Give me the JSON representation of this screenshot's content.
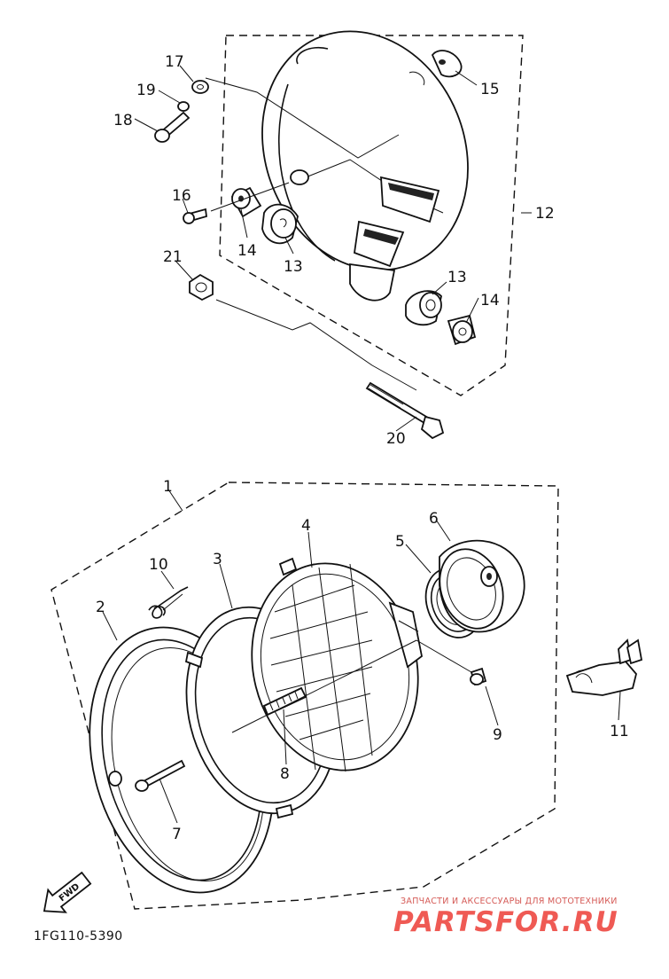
{
  "diagram_code": "1FG110-5390",
  "fwd_label": "FWD",
  "watermark": {
    "tagline": "ЗАПЧАСТИ И АКСЕССУАРЫ ДЛЯ МОТОТЕХНИКИ",
    "logo": "PARTSFOR.RU",
    "color": "#ef5a54"
  },
  "callouts": {
    "c1": "1",
    "c2": "2",
    "c3": "3",
    "c4": "4",
    "c5": "5",
    "c6": "6",
    "c7": "7",
    "c8": "8",
    "c9": "9",
    "c10": "10",
    "c11": "11",
    "c12": "12",
    "c13a": "13",
    "c13b": "13",
    "c14a": "14",
    "c14b": "14",
    "c15": "15",
    "c16": "16",
    "c17": "17",
    "c18": "18",
    "c19": "19",
    "c20": "20",
    "c21": "21"
  }
}
